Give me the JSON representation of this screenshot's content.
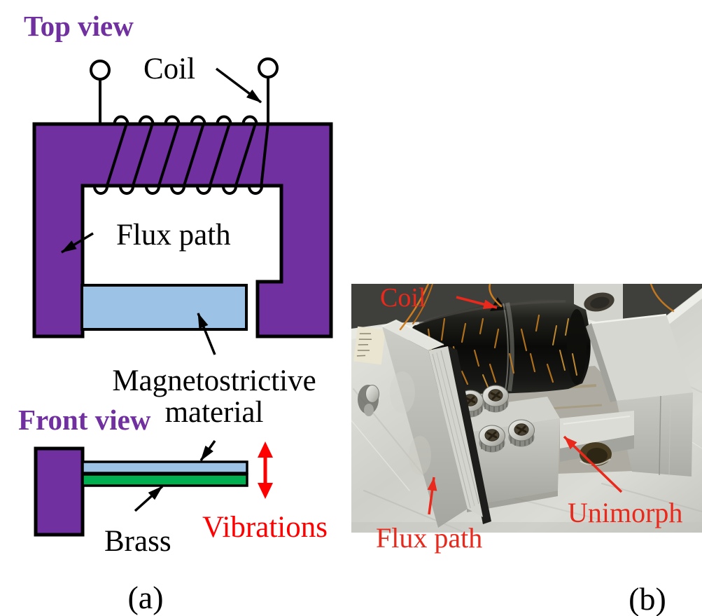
{
  "figure": {
    "panels": {
      "a": {
        "caption": "(a)",
        "top_view": {
          "title": "Top view",
          "coil_label": "Coil",
          "flux_path_label": "Flux path",
          "material_label_line1": "Magnetostrictive",
          "material_label_line2": "material"
        },
        "front_view": {
          "title": "Front view",
          "brass_label": "Brass",
          "vibrations_label": "Vibrations"
        }
      },
      "b": {
        "caption": "(b)",
        "labels": {
          "coil": "Coil",
          "flux_path": "Flux path",
          "unimorph": "Unimorph"
        }
      }
    },
    "colors": {
      "flux_path_purple": "#7030A0",
      "magnetostrictive_blue": "#9CC3E6",
      "brass_green": "#00B050",
      "annotation_red": "#FF0000",
      "photo_annotation_red": "#E8291C"
    }
  }
}
